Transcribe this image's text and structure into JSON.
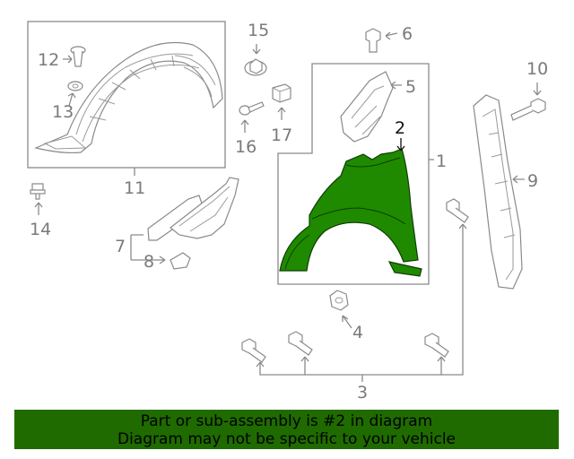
{
  "callouts": {
    "c1": "1",
    "c2": "2",
    "c3": "3",
    "c4": "4",
    "c5": "5",
    "c6": "6",
    "c7": "7",
    "c8": "8",
    "c9": "9",
    "c10": "10",
    "c11": "11",
    "c12": "12",
    "c13": "13",
    "c14": "14",
    "c15": "15",
    "c16": "16",
    "c17": "17"
  },
  "highlight_color": "#1f8a00",
  "banner": {
    "line1": "Part or sub-assembly is #2 in diagram",
    "line2": "Diagram may not be specific to your vehicle",
    "background": "#1f6b00"
  }
}
